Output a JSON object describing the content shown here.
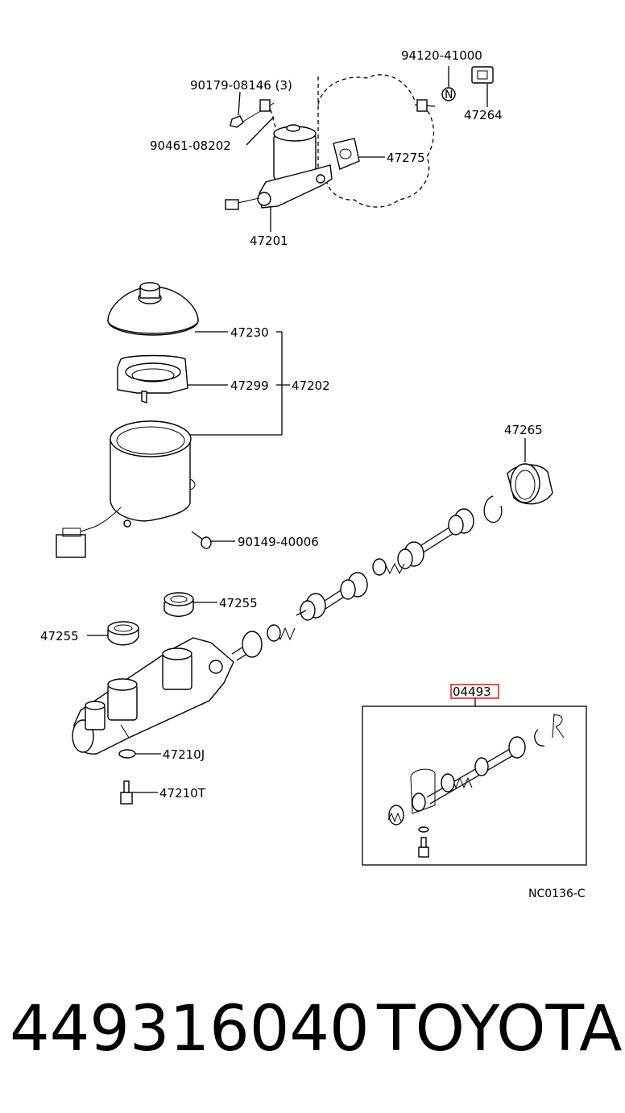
{
  "labels": {
    "p94120": "94120-41000",
    "p90179": "90179-08146 (3)",
    "pN": "N",
    "p47264": "47264",
    "p90461": "90461-08202",
    "p47275": "47275",
    "p47201": "47201",
    "p47230": "47230",
    "p47299": "47299",
    "p47202": "47202",
    "p47265": "47265",
    "p90149": "90149-40006",
    "p47255a": "47255",
    "p47255b": "47255",
    "p47210J": "47210J",
    "p47210T": "47210T",
    "p04493": "04493",
    "pR": "R",
    "code": "NC0136-C"
  },
  "footer": {
    "part_number": "449316040",
    "brand": "TOYOTA"
  },
  "colors": {
    "highlight": "#d22222",
    "ink": "#000000"
  }
}
